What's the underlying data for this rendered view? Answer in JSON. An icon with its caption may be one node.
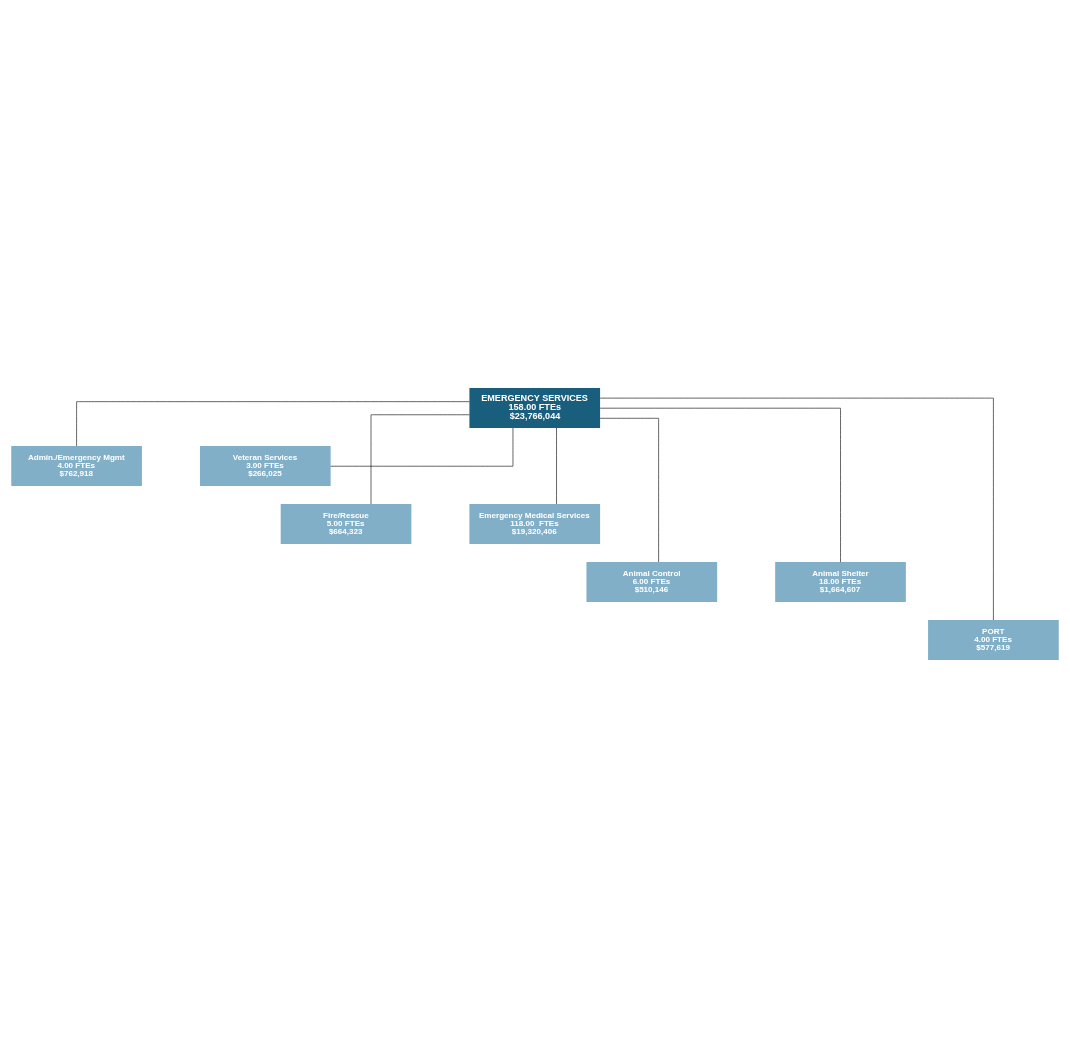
{
  "diagram": {
    "nodes": [
      {
        "text": [
          "EMERGENCY SERVICES",
          "158.00 FTEs",
          "$23,766,044"
        ]
      },
      {
        "text": [
          "Admin./Emergency Mgmt",
          "4.00 FTEs",
          "$762,918"
        ]
      },
      {
        "text": [
          "Veteran Services",
          "3.00 FTEs",
          "$266,025"
        ]
      },
      {
        "text": [
          "Fire/Rescue",
          "5.00 FTEs",
          "$664,323"
        ]
      },
      {
        "text": [
          "Emergency Medical Services",
          "118.00  FTEs",
          "$19,320,406"
        ]
      },
      {
        "text": [
          "Animal Control",
          "6.00 FTEs",
          "$510,146"
        ]
      },
      {
        "text": [
          "Animal Shelter",
          "18.00 FTEs",
          "$1,664,607"
        ]
      },
      {
        "text": [
          "PORT",
          "4.00 FTEs",
          "$577,619"
        ]
      }
    ],
    "edges": [
      {
        "from": 0,
        "to": 1,
        "arrow": "none"
      },
      {
        "from": 0,
        "to": 2,
        "arrow": "none"
      },
      {
        "from": 0,
        "to": 3,
        "arrow": "none"
      },
      {
        "from": 0,
        "to": 4,
        "arrow": "none"
      },
      {
        "from": 0,
        "to": 5,
        "arrow": "none"
      },
      {
        "from": 0,
        "to": 6,
        "arrow": "none"
      },
      {
        "from": 0,
        "to": 7,
        "arrow": "none"
      }
    ]
  }
}
